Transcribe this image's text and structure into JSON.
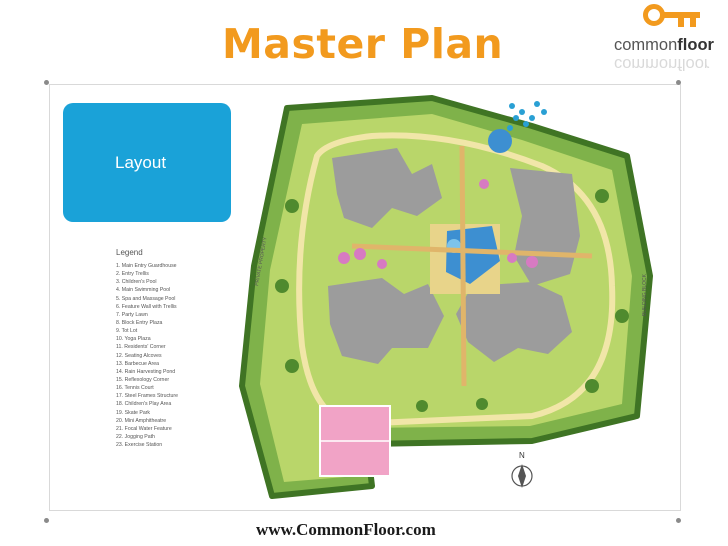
{
  "slide": {
    "title": "Master Plan",
    "footer": "www.CommonFloor.com"
  },
  "logo": {
    "word_plain": "common",
    "word_bold": "floor",
    "icon": "key-icon"
  },
  "layout_box": {
    "label": "Layout"
  },
  "legend": {
    "title": "Legend",
    "items": [
      "1.  Main Entry Guardhouse",
      "2.  Entry Trellis",
      "3.  Children's Pool",
      "4.  Main Swimming Pool",
      "5.  Spa and Massage Pool",
      "6.  Feature Wall with Trellis",
      "7.  Party Lawn",
      "8.  Block Entry Plaza",
      "9.  Tot Lot",
      "10. Yoga Plaza",
      "11. Residents' Corner",
      "12. Seating Alcoves",
      "13. Barbecue Area",
      "14. Rain Harvesting Pond",
      "15. Reflexology Corner",
      "16. Tennis Court",
      "17. Steel Frames Structure",
      "18. Children's Play Area",
      "19. Skate Park",
      "20. Mini Amphitheatre",
      "21. Focal Water Feature",
      "22. Jogging Path",
      "23. Exercise Station"
    ]
  },
  "map": {
    "compass_label": "N",
    "road_left": "PRIVATE PROPERTY",
    "road_right": "BUILDING BLOCK",
    "colors": {
      "lawn": "#b9d66a",
      "trees": "#4f8a2e",
      "path": "#f1e6a8",
      "buildings": "#9c9c9c",
      "water": "#3d8fd1",
      "court": "#f1a3c6",
      "flowers": "#d77ac2"
    }
  },
  "theme": {
    "title_color": "#f29a1e",
    "layout_box_color": "#1aa2d8"
  }
}
